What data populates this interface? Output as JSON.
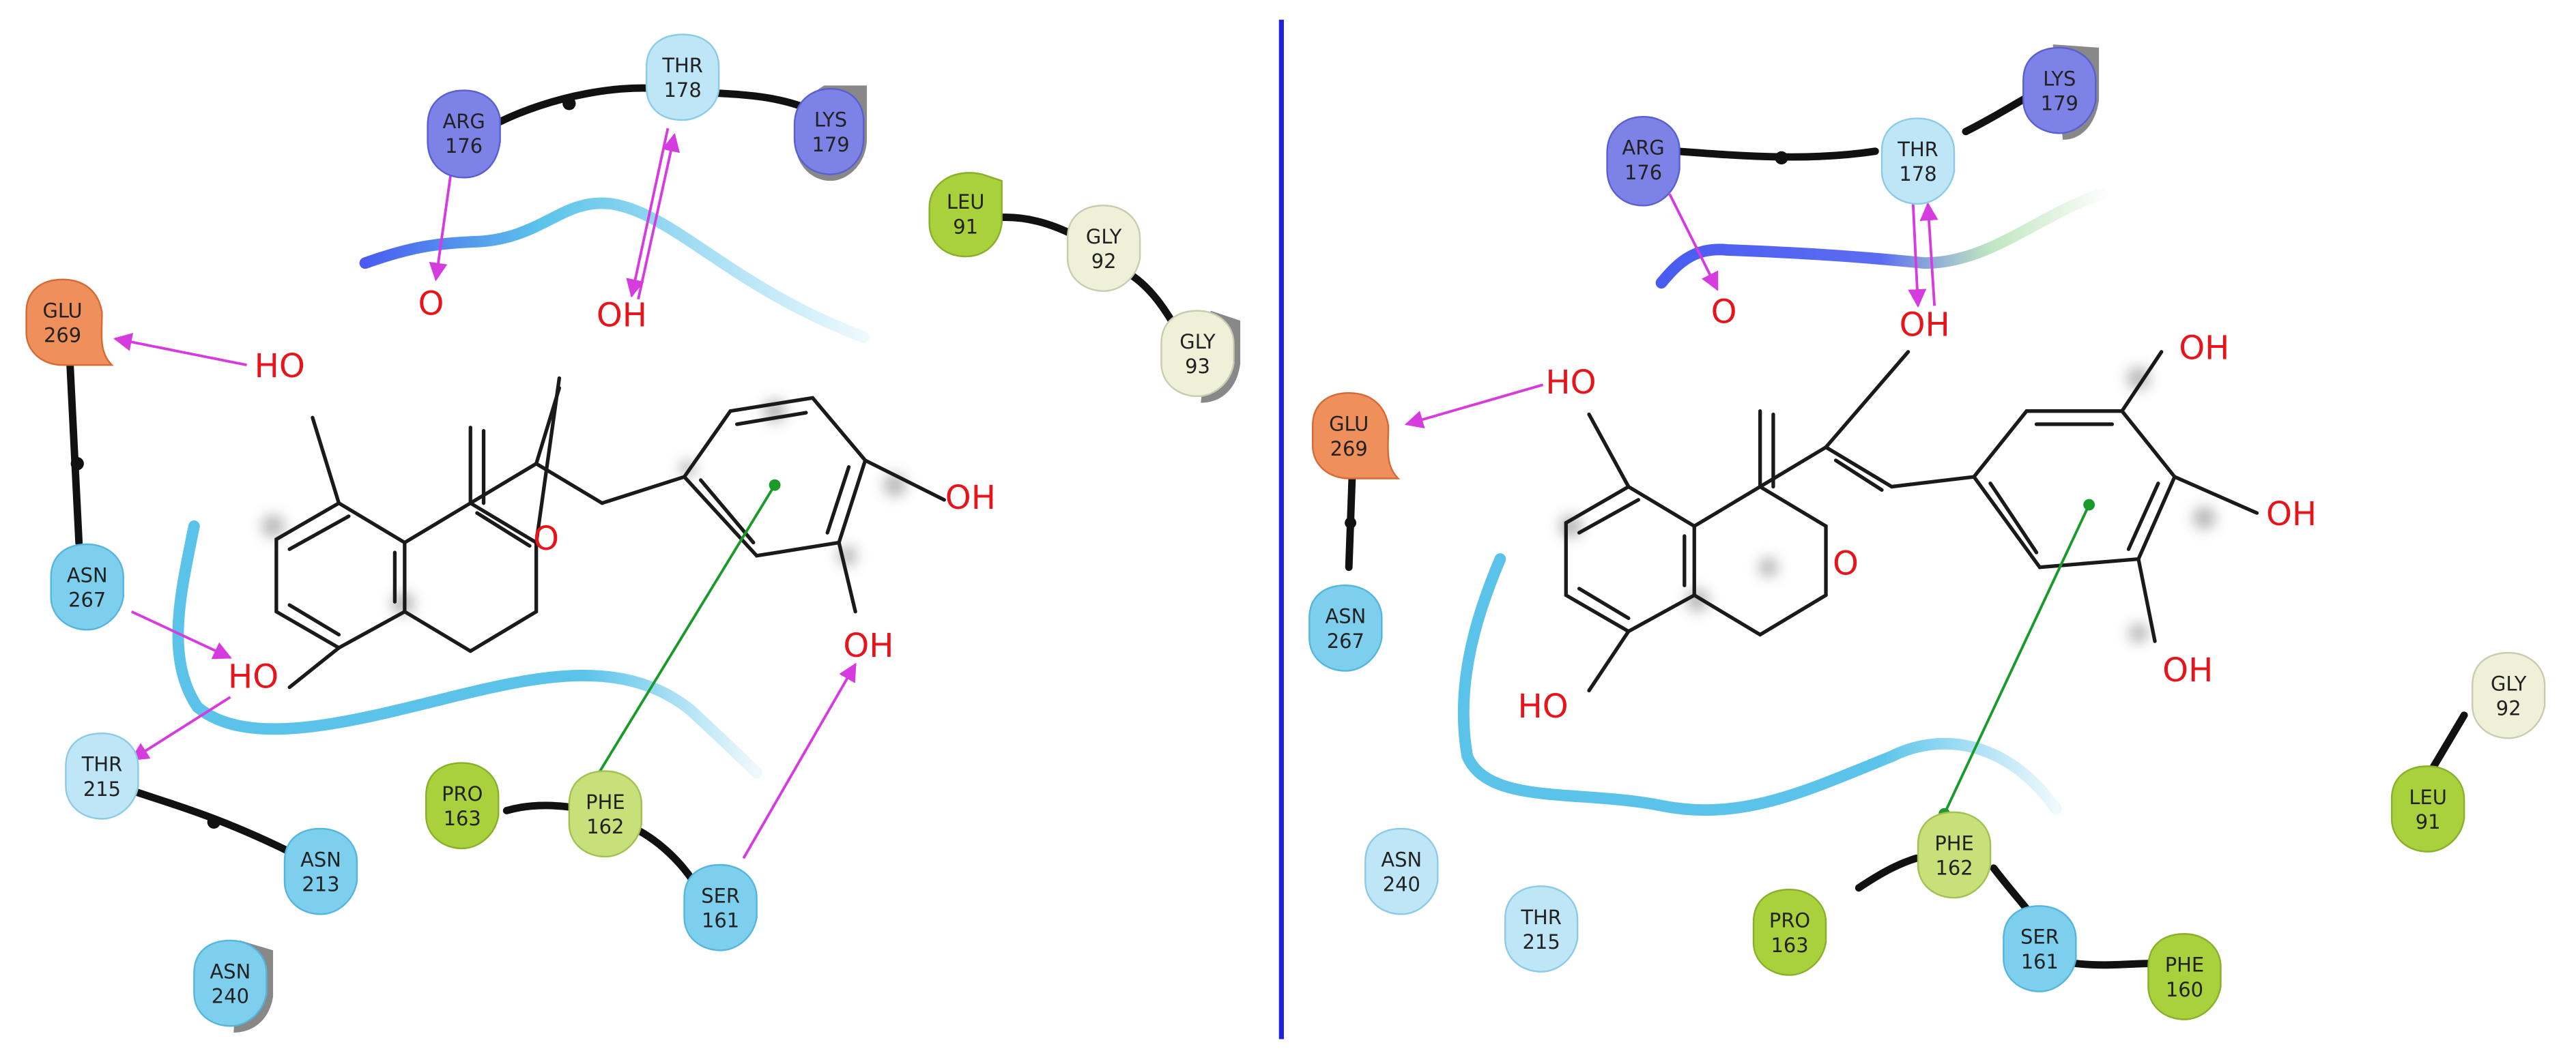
{
  "colors": {
    "arg": "#7d82e6",
    "lys": "#7d82e6",
    "thr": "#bfe6f6",
    "asn": "#7ecfee",
    "ser": "#7ecfee",
    "glu": "#ef8f5c",
    "leu": "#a9d13c",
    "gly": "#eef0d8",
    "pro": "#a9d13c",
    "phe": "#c7e07a",
    "hbond": "#d63be0",
    "pi_stack": "#1a9a2a",
    "divider": "#2222dd",
    "oxygen": "#e8141b"
  },
  "left_panel": {
    "atoms": {
      "o_carbonyl": "O",
      "oh_3": "OH",
      "ho_5": "HO",
      "o_ring": "O",
      "ho_7": "HO",
      "oh_3p": "OH",
      "oh_4p": "OH"
    },
    "residues": [
      {
        "id": "arg176",
        "name": "ARG",
        "num": "176"
      },
      {
        "id": "thr178",
        "name": "THR",
        "num": "178"
      },
      {
        "id": "lys179",
        "name": "LYS",
        "num": "179"
      },
      {
        "id": "leu91",
        "name": "LEU",
        "num": "91"
      },
      {
        "id": "gly92",
        "name": "GLY",
        "num": "92"
      },
      {
        "id": "gly93",
        "name": "GLY",
        "num": "93"
      },
      {
        "id": "glu269",
        "name": "GLU",
        "num": "269"
      },
      {
        "id": "asn267",
        "name": "ASN",
        "num": "267"
      },
      {
        "id": "thr215",
        "name": "THR",
        "num": "215"
      },
      {
        "id": "asn213",
        "name": "ASN",
        "num": "213"
      },
      {
        "id": "asn240",
        "name": "ASN",
        "num": "240"
      },
      {
        "id": "pro163",
        "name": "PRO",
        "num": "163"
      },
      {
        "id": "phe162",
        "name": "PHE",
        "num": "162"
      },
      {
        "id": "ser161",
        "name": "SER",
        "num": "161"
      }
    ]
  },
  "right_panel": {
    "atoms": {
      "o_carbonyl": "O",
      "oh_3": "OH",
      "ho_5": "HO",
      "o_ring": "O",
      "ho_7": "HO",
      "oh_3p": "OH",
      "oh_4p": "OH",
      "oh_5p": "OH"
    },
    "residues": [
      {
        "id": "arg176",
        "name": "ARG",
        "num": "176"
      },
      {
        "id": "thr178",
        "name": "THR",
        "num": "178"
      },
      {
        "id": "lys179",
        "name": "LYS",
        "num": "179"
      },
      {
        "id": "glu269",
        "name": "GLU",
        "num": "269"
      },
      {
        "id": "asn267",
        "name": "ASN",
        "num": "267"
      },
      {
        "id": "asn240",
        "name": "ASN",
        "num": "240"
      },
      {
        "id": "thr215",
        "name": "THR",
        "num": "215"
      },
      {
        "id": "phe162",
        "name": "PHE",
        "num": "162"
      },
      {
        "id": "pro163",
        "name": "PRO",
        "num": "163"
      },
      {
        "id": "ser161",
        "name": "SER",
        "num": "161"
      },
      {
        "id": "phe160",
        "name": "PHE",
        "num": "160"
      },
      {
        "id": "gly92",
        "name": "GLY",
        "num": "92"
      },
      {
        "id": "leu91",
        "name": "LEU",
        "num": "91"
      }
    ]
  }
}
